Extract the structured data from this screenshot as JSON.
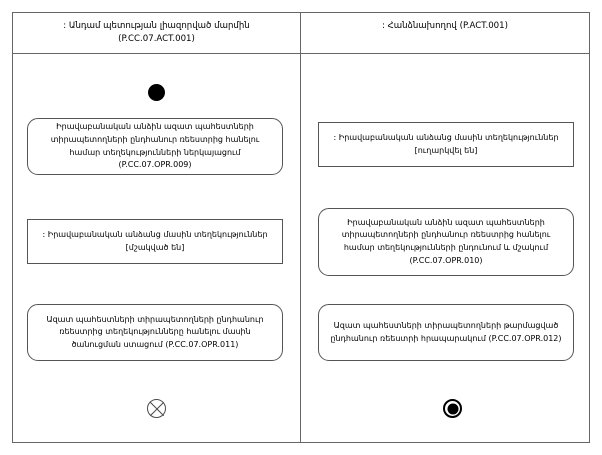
{
  "diagram": {
    "type": "uml-activity-diagram",
    "title_present": false,
    "lanes": [
      {
        "id": "lane-left",
        "header_line1": ": Անդամ պետության լիազորված մարմին",
        "header_line2": "(P.CC.07.ACT.001)"
      },
      {
        "id": "lane-right",
        "header_line1": ": Հանձնախողով (P.ACT.001)",
        "header_line2": ""
      }
    ],
    "nodes": {
      "initial": {
        "kind": "initial-node",
        "lane": "left"
      },
      "left_action_1": {
        "kind": "action",
        "lane": "left",
        "text": "Իրավաբանական անձին ազատ պահեստների տիրապետողների ընդհանուր ռեեստրից հանելու համար տեղեկությունների ներկայացում (P.CC.07.OPR.009)"
      },
      "right_object_1": {
        "kind": "object",
        "lane": "right",
        "text": ": Իրավաբանական անձանց մասին տեղեկություններ [ուղարկվել են]"
      },
      "right_action_1": {
        "kind": "action",
        "lane": "right",
        "text": "Իրավաբանական անձին ազատ պահեստների տիրապետողների ընդհանուր ռեեստրից հանելու համար տեղեկությունների ընդունում և մշակում (P.CC.07.OPR.010)"
      },
      "left_object_1": {
        "kind": "object",
        "lane": "left",
        "text": ": Իրավաբանական անձանց մասին տեղեկություններ [մշակված են]"
      },
      "left_action_2": {
        "kind": "action",
        "lane": "left",
        "text": "Ազատ պահեստների տիրապետողների ընդհանուր ռեեստրից տեղեկությունները հանելու մասին ծանուցման ստացում (P.CC.07.OPR.011)"
      },
      "right_action_2": {
        "kind": "action",
        "lane": "right",
        "text": "Ազատ պահեստների տիրապետողների թարմացված ընդհանուր ռեեստրի հրապարակում (P.CC.07.OPR.012)"
      },
      "flow_final": {
        "kind": "flow-final-node",
        "lane": "left"
      },
      "activity_final": {
        "kind": "activity-final-node",
        "lane": "right"
      }
    },
    "edges": [
      {
        "from": "initial",
        "to": "left_action_1",
        "direction": "down",
        "label": ""
      },
      {
        "from": "left_action_1",
        "to": "right_object_1",
        "direction": "right",
        "label": ""
      },
      {
        "from": "right_object_1",
        "to": "right_action_1",
        "direction": "down",
        "label": ""
      },
      {
        "from": "right_action_1",
        "to": "left_object_1",
        "direction": "left",
        "label": ""
      },
      {
        "from": "left_object_1",
        "to": "left_action_2",
        "direction": "down",
        "label": ""
      },
      {
        "from": "right_action_1",
        "to": "right_action_2",
        "direction": "down",
        "label": ""
      },
      {
        "from": "left_action_2",
        "to": "flow_final",
        "direction": "down",
        "label": ""
      },
      {
        "from": "right_action_2",
        "to": "activity_final",
        "direction": "down",
        "label": ""
      }
    ],
    "colors": {
      "background": "#ffffff",
      "lane_border": "#666666",
      "node_border": "#555555",
      "edge": "#4a4a4a",
      "text": "#000000",
      "fill_black": "#000000"
    }
  }
}
